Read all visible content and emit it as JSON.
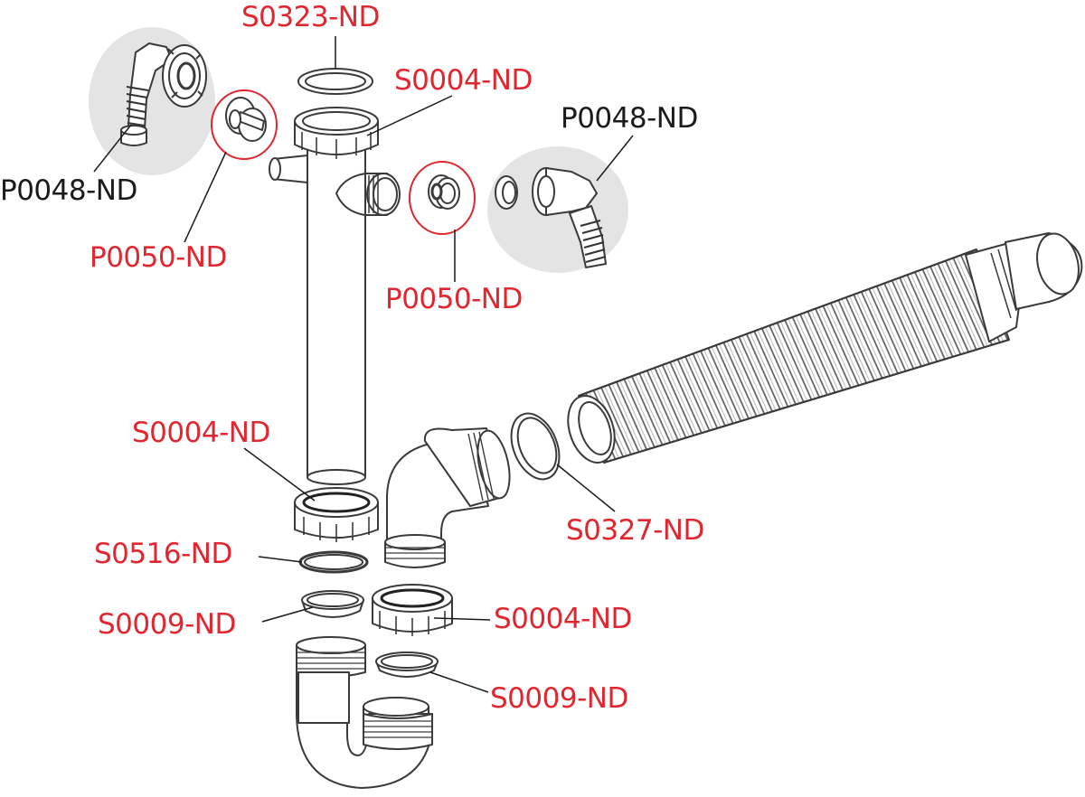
{
  "colors": {
    "accent": "#e1262f",
    "ink": "#1b1b1b",
    "outline": "#3a3a3a",
    "part_fill": "#ffffff",
    "kit_bg": "#e4e4e4"
  },
  "labels": {
    "s0323_top": "S0323-ND",
    "s0004_top": "S0004-ND",
    "p0048_left": "P0048-ND",
    "p0048_right": "P0048-ND",
    "p0050_left": "P0050-ND",
    "p0050_right": "P0050-ND",
    "s0004_mid": "S0004-ND",
    "s0516": "S0516-ND",
    "s0009_left": "S0009-ND",
    "s0004_bottom": "S0004-ND",
    "s0009_right": "S0009-ND",
    "s0327": "S0327-ND"
  },
  "icons": {
    "pipe_parts": "exploded-siphon-diagram"
  }
}
